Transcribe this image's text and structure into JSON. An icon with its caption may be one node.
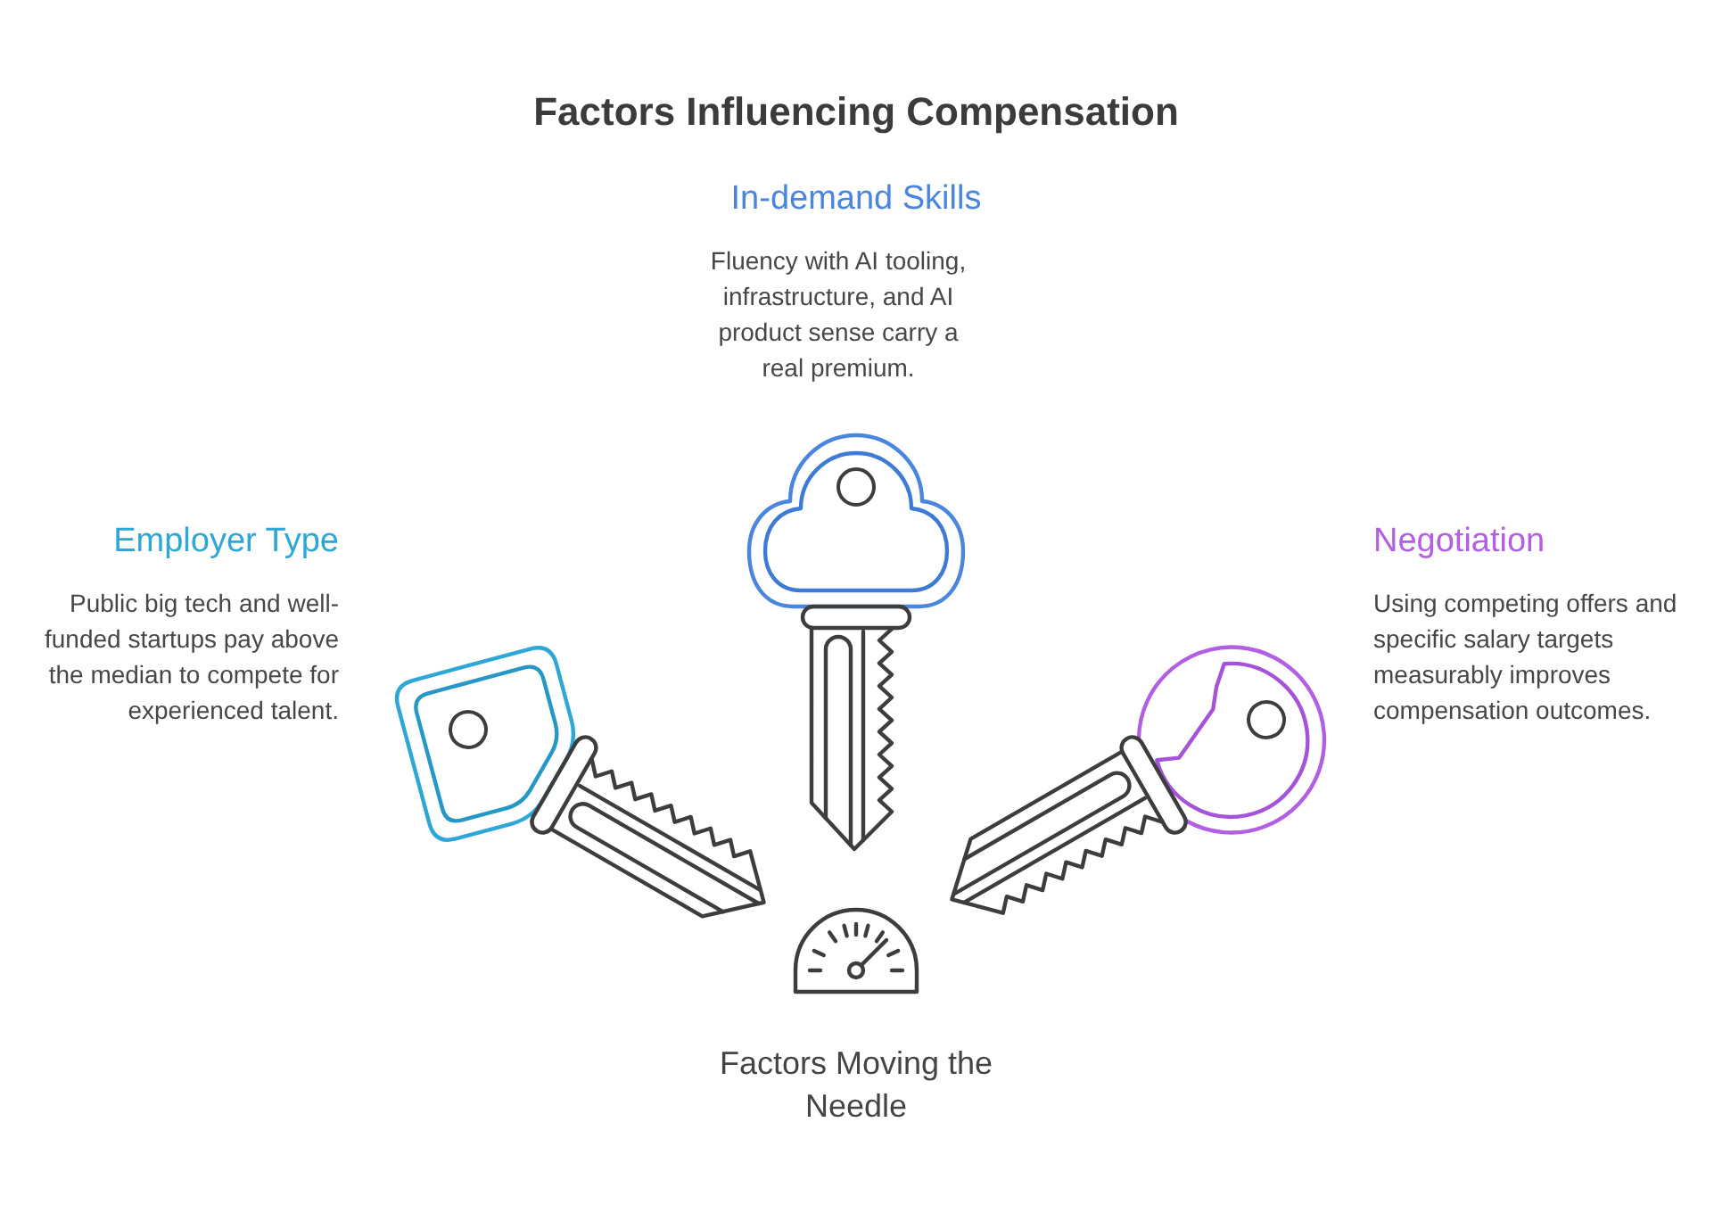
{
  "diagram": {
    "title": "Factors Influencing Compensation",
    "nodes": [
      {
        "text": [
          "In-demand Skills",
          "Fluency with AI tooling, infrastructure, and AI product sense carry a real premium."
        ]
      },
      {
        "text": [
          "Employer Type",
          "Public big tech and well-funded startups pay above the median to compete for experienced talent."
        ]
      },
      {
        "text": [
          "Negotiation",
          "Using competing offers and specific salary targets measurably improves compensation outcomes."
        ]
      },
      {
        "text": [
          "Factors Moving the Needle"
        ]
      }
    ]
  }
}
